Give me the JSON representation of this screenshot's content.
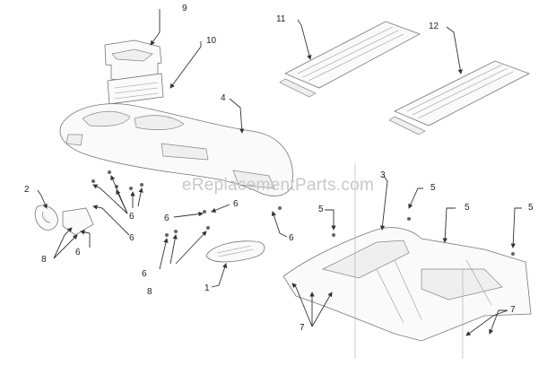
{
  "watermark": "eReplacementParts.com",
  "labels": {
    "l1": "1",
    "l2": "2",
    "l3": "3",
    "l4": "4",
    "l5a": "5",
    "l5b": "5",
    "l5c": "5",
    "l5d": "5",
    "l6a": "6",
    "l6b": "6",
    "l6c": "6",
    "l6d": "6",
    "l6e": "6",
    "l6f": "6",
    "l6g": "6",
    "l7a": "7",
    "l7b": "7",
    "l8a": "8",
    "l8b": "8",
    "l9": "9",
    "l10": "10",
    "l11": "11",
    "l12": "12"
  }
}
